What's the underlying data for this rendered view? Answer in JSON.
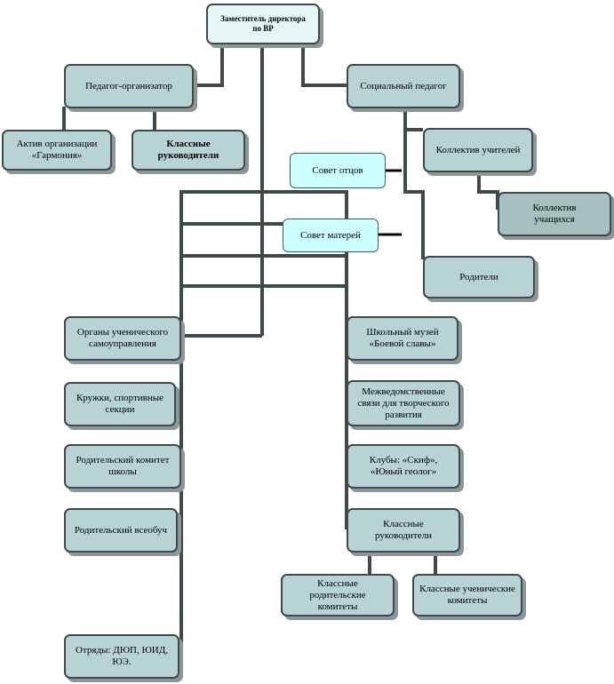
{
  "nodes": {
    "deputy": "Заместитель директора\nпо ВР",
    "organizer": "Педагог-организатор",
    "social": "Социальный педагог",
    "activ": "Актив  организации\n«Гармония»",
    "class_leaders_top": "Классные\nруководители",
    "fathers": "Совет отцов",
    "mothers": "Совет матерей",
    "teachers": "Коллектив учителей",
    "students": "Коллектив\nучащихся",
    "parents": "Родители",
    "selfgov": "Органы ученического\nсамоуправления",
    "clubs_sport": "Кружки, спортивные\nсекции",
    "parent_committee": "Родительский комитет\nшколы",
    "vseobuch": "Родительский всеобуч",
    "squads": "Отряды:  ДЮП, ЮИД,\nЮЭ.",
    "museum": "Школьный музей\n«Боевой славы»",
    "interdept": "Межведомственные\nсвязи для творческого\nразвития",
    "clubs": "Клубы: «Скиф»,\n«Юный геолог»",
    "class_leaders": "Классные\nруководители",
    "class_parent_comm": "Классные\nродительские\nкомитеты",
    "class_student_comm": "Классные ученические\nкомитеты"
  }
}
